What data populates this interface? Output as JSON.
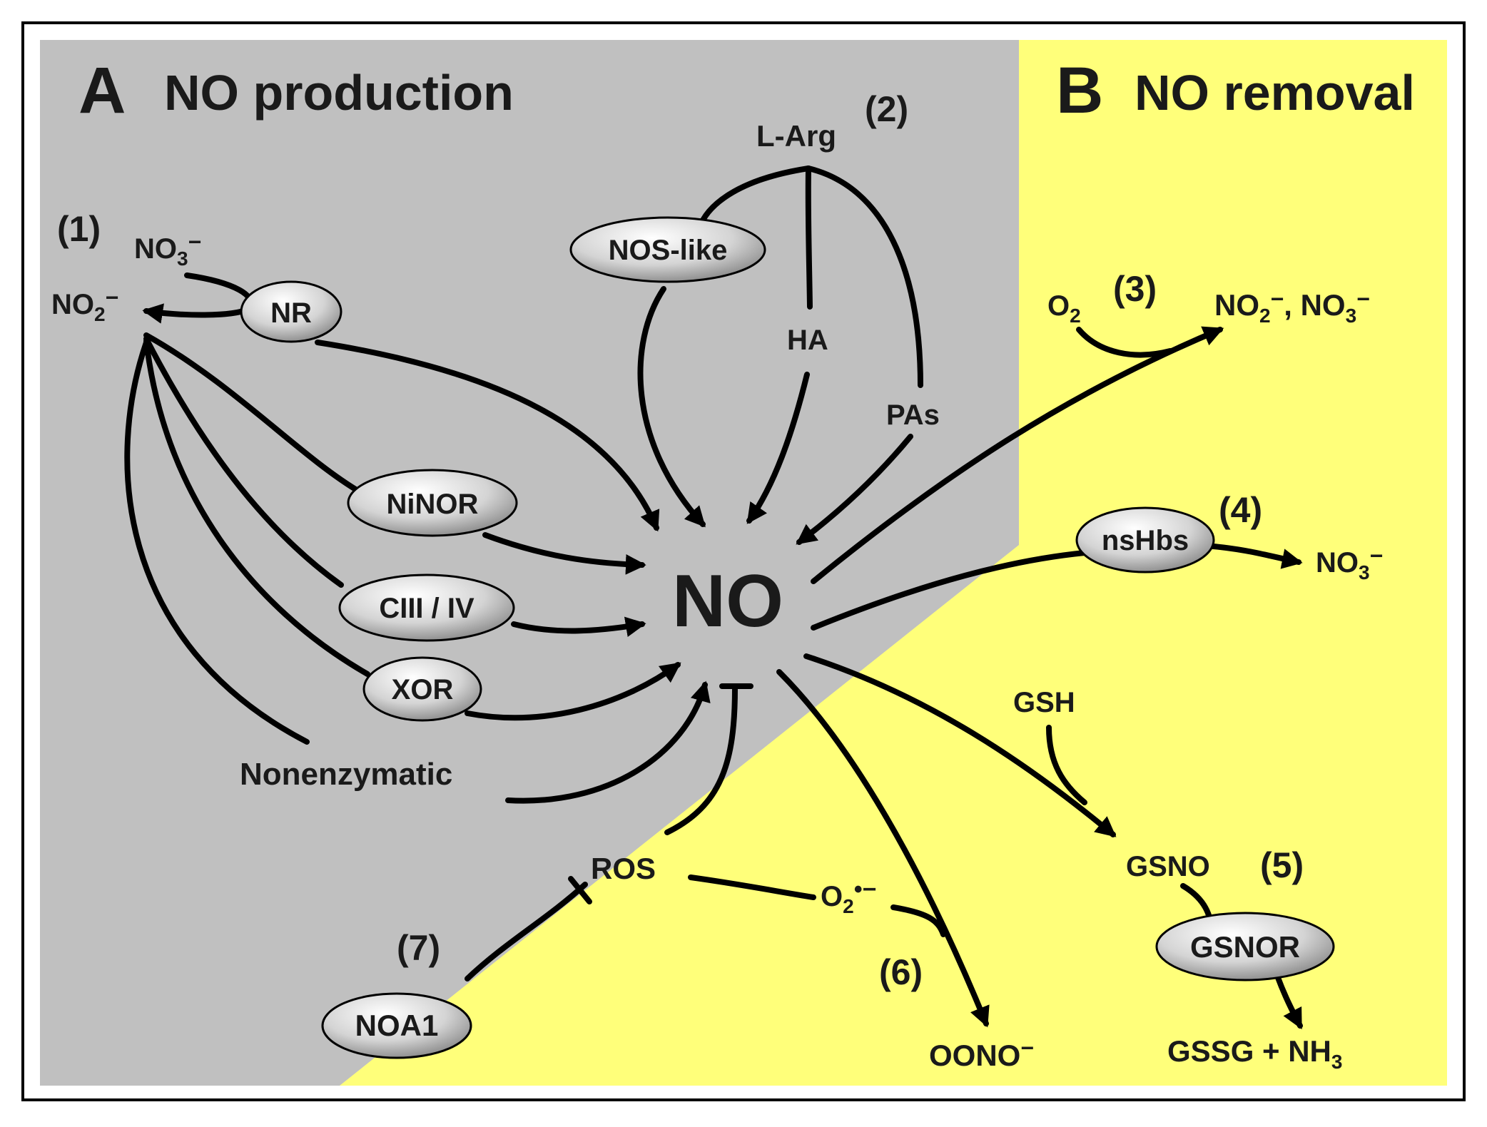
{
  "panels": {
    "a_letter": "A",
    "a_title": "NO production",
    "b_letter": "B",
    "b_title": "NO removal"
  },
  "center": {
    "label": "NO",
    "color": "#b00000"
  },
  "colors": {
    "production_bg": "#c0c0c0",
    "removal_bg": "#ffff7a",
    "ink": "#000000"
  },
  "markers": {
    "m1": "(1)",
    "m2": "(2)",
    "m3": "(3)",
    "m4": "(4)",
    "m5": "(5)",
    "m6": "(6)",
    "m7": "(7)"
  },
  "enzymes": {
    "nr": "NR",
    "nos_like": "NOS-like",
    "ninor": "NiNOR",
    "ciii_iv": "CIII / IV",
    "xor": "XOR",
    "nshbs": "nsHbs",
    "gsnor": "GSNOR",
    "noa1": "NOA1"
  },
  "species": {
    "no3": "NO3−",
    "no2": "NO2−",
    "l_arg": "L-Arg",
    "ha": "HA",
    "pas": "PAs",
    "nonenzymatic": "Nonenzymatic",
    "o2": "O2",
    "no2_no3": "NO2−, NO3−",
    "no3_out": "NO3−",
    "gsh": "GSH",
    "gsno": "GSNO",
    "gssg_nh3": "GSSG + NH3",
    "ros": "ROS",
    "superoxide": "O2•−",
    "oono": "OONO−"
  }
}
